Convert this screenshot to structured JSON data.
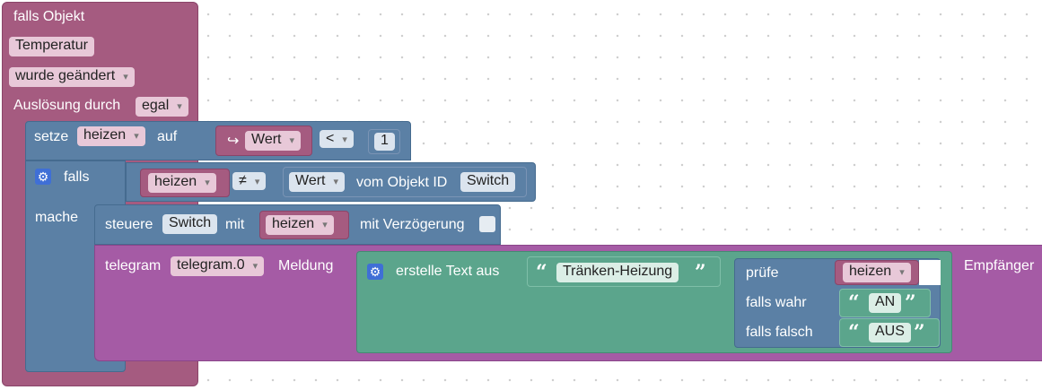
{
  "event": {
    "title": "falls Objekt",
    "object": "Temperatur",
    "trigger": "wurde geändert",
    "by_label": "Auslösung durch",
    "by_value": "egal"
  },
  "setze": {
    "label": "setze",
    "var": "heizen",
    "to_label": "auf",
    "value_var": "Wert",
    "arrow": "↪",
    "op": "<",
    "number": "1"
  },
  "if_block": {
    "label": "falls",
    "do_label": "mache",
    "var": "heizen",
    "op": "≠",
    "value": "Wert",
    "of_object_label": "vom Objekt ID",
    "object_id": "Switch"
  },
  "control": {
    "label": "steuere",
    "target": "Switch",
    "with_label": "mit",
    "var": "heizen",
    "delay_label": "mit Verzögerung"
  },
  "telegram": {
    "label": "telegram",
    "instance": "telegram.0",
    "message_label": "Meldung",
    "recipient_label": "Empfänger"
  },
  "text_join": {
    "label": "erstelle Text aus",
    "text1": "Tränken-Heizung",
    "quote_open": "“",
    "quote_close": "”"
  },
  "ternary": {
    "check_label": "prüfe",
    "check_var": "heizen",
    "if_true_label": "falls wahr",
    "if_true_value": "AN",
    "if_false_label": "falls falsch",
    "if_false_value": "AUS"
  },
  "icons": {
    "gear": "gear-icon"
  },
  "colors": {
    "event": "#a55b80",
    "logic": "#5b80a5",
    "telegram": "#a55ba5",
    "text": "#5ba58c"
  }
}
